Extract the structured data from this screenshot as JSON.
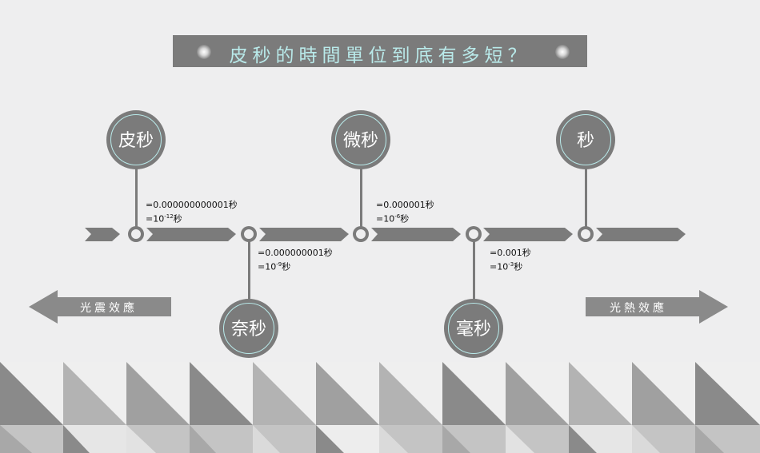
{
  "title": "皮秒的時間單位到底有多短？",
  "nodes": [
    {
      "label": "皮秒",
      "line1": "=0.000000000001秒",
      "line2_base": "=10",
      "line2_exp": "-12",
      "line2_unit": "秒"
    },
    {
      "label": "奈秒",
      "line1": "=0.000000001秒",
      "line2_base": "=10",
      "line2_exp": "-9",
      "line2_unit": "秒"
    },
    {
      "label": "微秒",
      "line1": "=0.000001秒",
      "line2_base": "=10",
      "line2_exp": "-6",
      "line2_unit": "秒"
    },
    {
      "label": "毫秒",
      "line1": "=0.001秒",
      "line2_base": "=10",
      "line2_exp": "-3",
      "line2_unit": "秒"
    },
    {
      "label": "秒"
    }
  ],
  "left_arrow": "光震效應",
  "right_arrow": "光熱效應",
  "colors": {
    "dark": "#7b7b7b",
    "accent": "#b9eaea",
    "background": "#eeeeef"
  }
}
